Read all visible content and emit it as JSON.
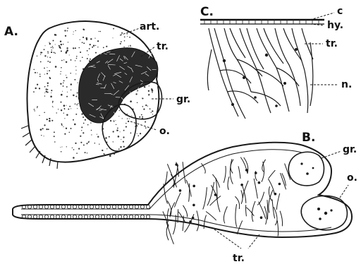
{
  "figure": {
    "panels": [
      {
        "id": "A",
        "label": "A.",
        "callouts": [
          "art.",
          "tr.",
          "gr.",
          "o."
        ]
      },
      {
        "id": "B",
        "label": "B.",
        "callouts": [
          "gr.",
          "o.",
          "tr."
        ]
      },
      {
        "id": "C",
        "label": "C.",
        "callouts": [
          "c",
          "hy.",
          "tr.",
          "n."
        ]
      }
    ]
  },
  "colors": {
    "ink": "#1a1a1a",
    "paper": "#ffffff"
  }
}
